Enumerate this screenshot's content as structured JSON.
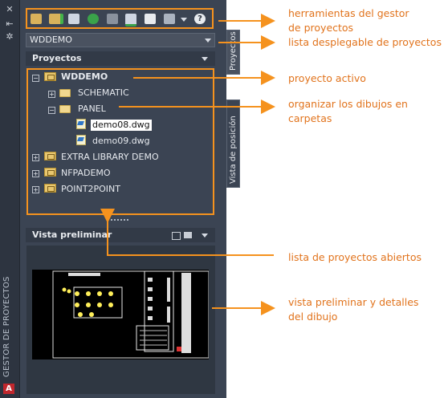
{
  "palette": {
    "vertical_title": "GESTOR DE PROYECTOS",
    "autocad_badge": "A",
    "toolbar": {
      "icons": [
        "open-project-icon",
        "new-project-icon",
        "project-properties-icon",
        "refresh-icon",
        "task-list-icon",
        "project-wide-update-icon",
        "report-icon",
        "plot-icon",
        "help-icon"
      ]
    },
    "project_select": {
      "value": "WDDEMO"
    },
    "projects_section": {
      "title": "Proyectos"
    },
    "tree": [
      {
        "label": "WDDEMO",
        "bold": true
      },
      {
        "label": "SCHEMATIC"
      },
      {
        "label": "PANEL"
      },
      {
        "label": "demo08.dwg"
      },
      {
        "label": "demo09.dwg"
      },
      {
        "label": "EXTRA LIBRARY DEMO"
      },
      {
        "label": "NFPADEMO"
      },
      {
        "label": "POINT2POINT"
      }
    ],
    "preview_section": {
      "title": "Vista preliminar"
    },
    "tabs": {
      "projects": "Proyectos",
      "location": "Vista de posición"
    }
  },
  "callouts": {
    "toolbar": "herramientas del gestor\nde proyectos",
    "dropdown": "lista desplegable de proyectos",
    "active": "proyecto activo",
    "organize": "organizar los dibujos en\ncarpetas",
    "open_list": "lista de proyectos abiertos",
    "preview": "vista preliminar y detalles\ndel dibujo"
  },
  "colors": {
    "accent": "#f5921e",
    "callout_text": "#e1731c",
    "palette_bg": "#3b4453"
  }
}
